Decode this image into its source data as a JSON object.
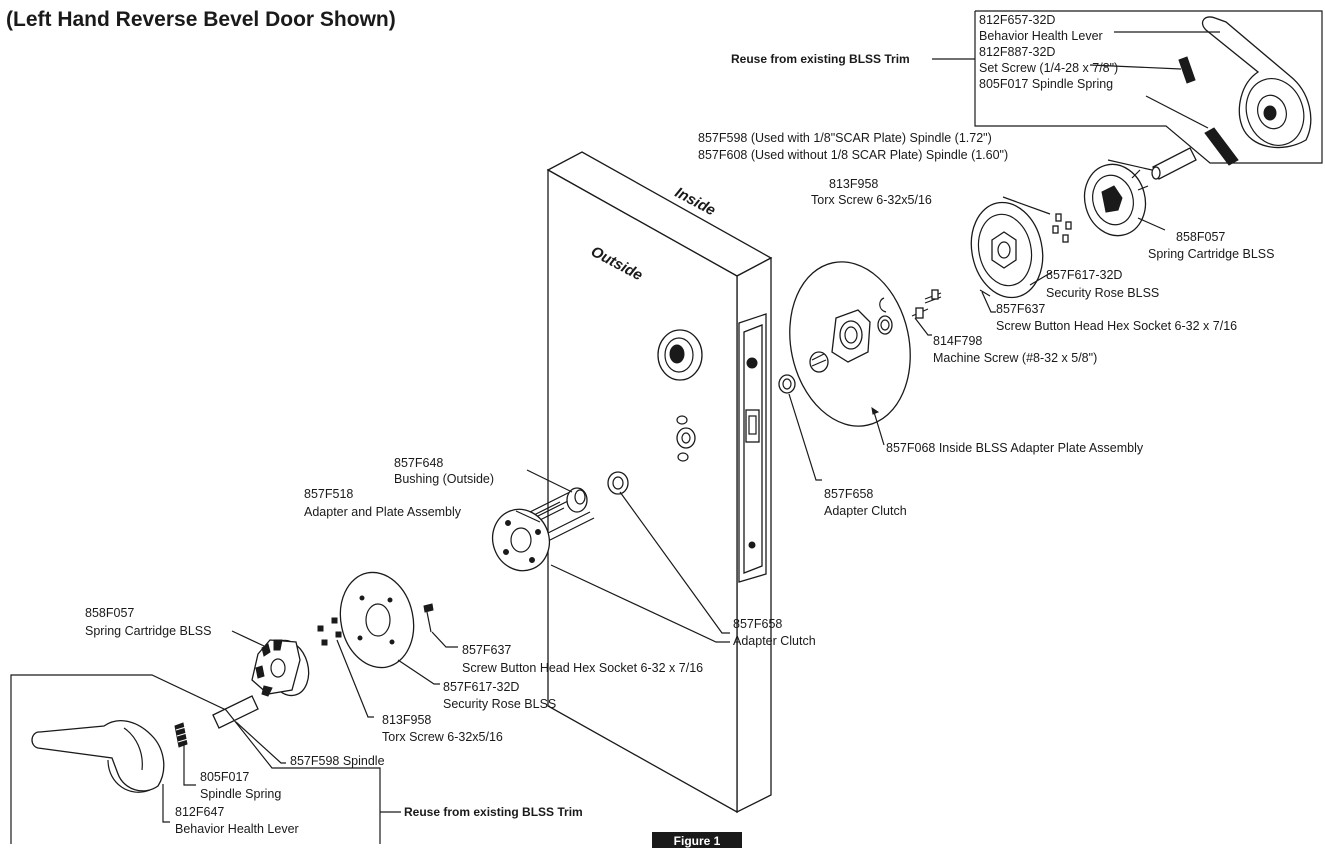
{
  "title": "(Left Hand Reverse Bevel Door Shown)",
  "door": {
    "inside": "Inside",
    "outside": "Outside"
  },
  "top_box": {
    "reuse_label": "Reuse from existing BLSS Trim",
    "lever_part": "812F657-32D",
    "lever_desc": "Behavior Health Lever",
    "screw_part": "812F887-32D",
    "screw_desc": "Set Screw (1/4-28 x 7/8\")",
    "spring_line": "805F017 Spindle Spring"
  },
  "inside_parts": {
    "spindle_a": "857F598 (Used with 1/8\"SCAR Plate) Spindle (1.72\")",
    "spindle_b": "857F608 (Used without 1/8 SCAR Plate) Spindle (1.60\")",
    "torx_part": "813F958",
    "torx_desc": "Torx Screw 6-32x5/16",
    "cartridge_part": "858F057",
    "cartridge_desc": "Spring Cartridge BLSS",
    "rose_part": "857F617-32D",
    "rose_desc": "Security Rose BLSS",
    "button_part": "857F637",
    "button_desc": "Screw Button Head Hex Socket 6-32 x 7/16",
    "machine_part": "814F798",
    "machine_desc": "Machine Screw (#8-32 x 5/8\")",
    "adapter_plate": "857F068 Inside BLSS Adapter Plate Assembly",
    "clutch_part": "857F658",
    "clutch_desc": "Adapter Clutch"
  },
  "outside_parts": {
    "bushing_part": "857F648",
    "bushing_desc": "Bushing (Outside)",
    "adapter_part": "857F518",
    "adapter_desc": "Adapter and Plate Assembly",
    "cartridge_part": "858F057",
    "cartridge_desc": "Spring Cartridge BLSS",
    "button_part": "857F637",
    "button_desc": "Screw Button Head Hex Socket 6-32 x 7/16",
    "clutch_part": "857F658",
    "clutch_desc": "Adapter Clutch",
    "rose_part": "857F617-32D",
    "rose_desc": "Security Rose BLSS",
    "torx_part": "813F958",
    "torx_desc": "Torx Screw 6-32x5/16",
    "spindle": "857F598 Spindle",
    "spring_part": "805F017",
    "spring_desc": "Spindle Spring",
    "lever_part": "812F647",
    "lever_desc": "Behavior Health Lever"
  },
  "bottom_box": {
    "reuse_label": "Reuse from existing BLSS Trim"
  },
  "figure_label": "Figure 1"
}
